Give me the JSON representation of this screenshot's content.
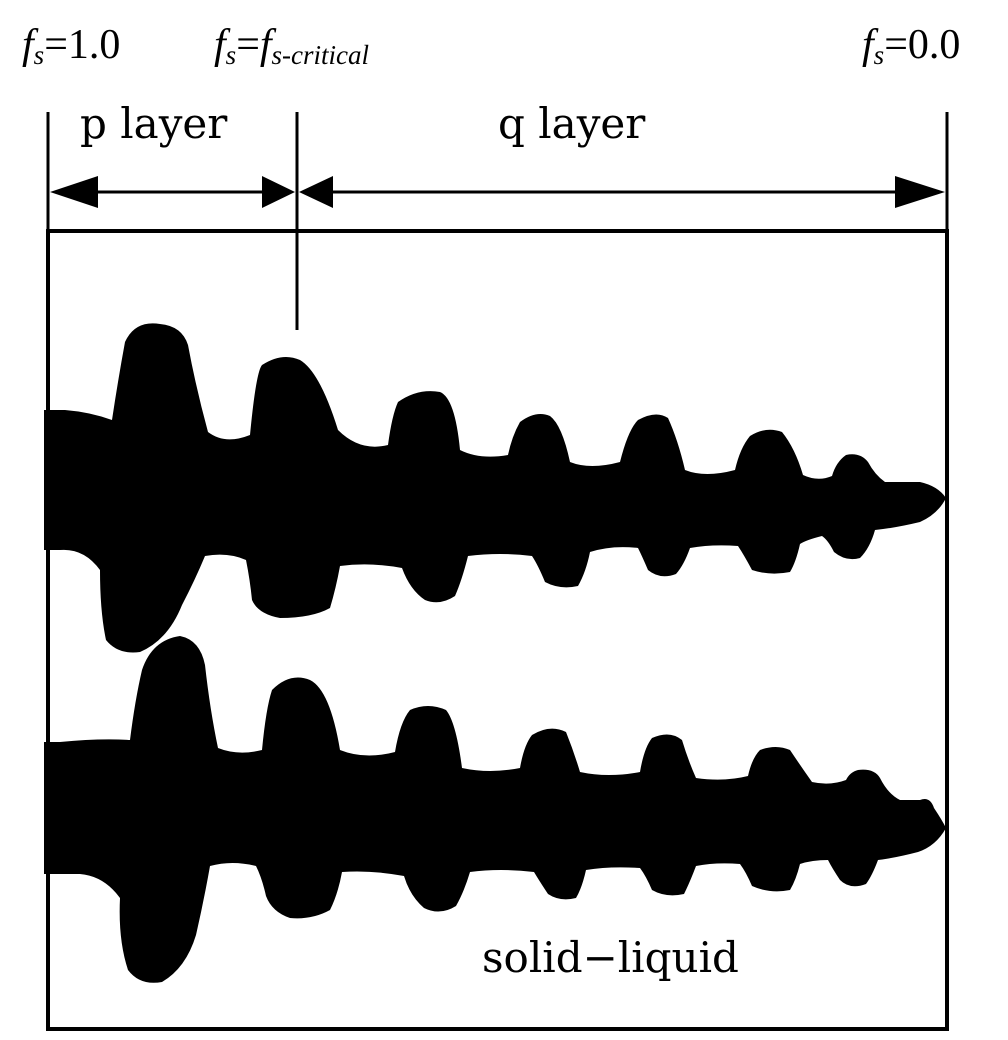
{
  "diagram": {
    "labels": {
      "fs_left": {
        "f": "f",
        "sub": "s",
        "rest": "=1.0"
      },
      "fs_mid": {
        "f": "f",
        "sub": "s",
        "eq": "=",
        "f2": "f",
        "sub2": "s-critical"
      },
      "fs_right": {
        "f": "f",
        "sub": "s",
        "rest": "=0.0"
      }
    },
    "layers": {
      "p_label": "p  layer",
      "q_label": "q  layer"
    },
    "region_label": "solid−liquid",
    "colors": {
      "ink": "#000000",
      "background": "#ffffff"
    }
  }
}
